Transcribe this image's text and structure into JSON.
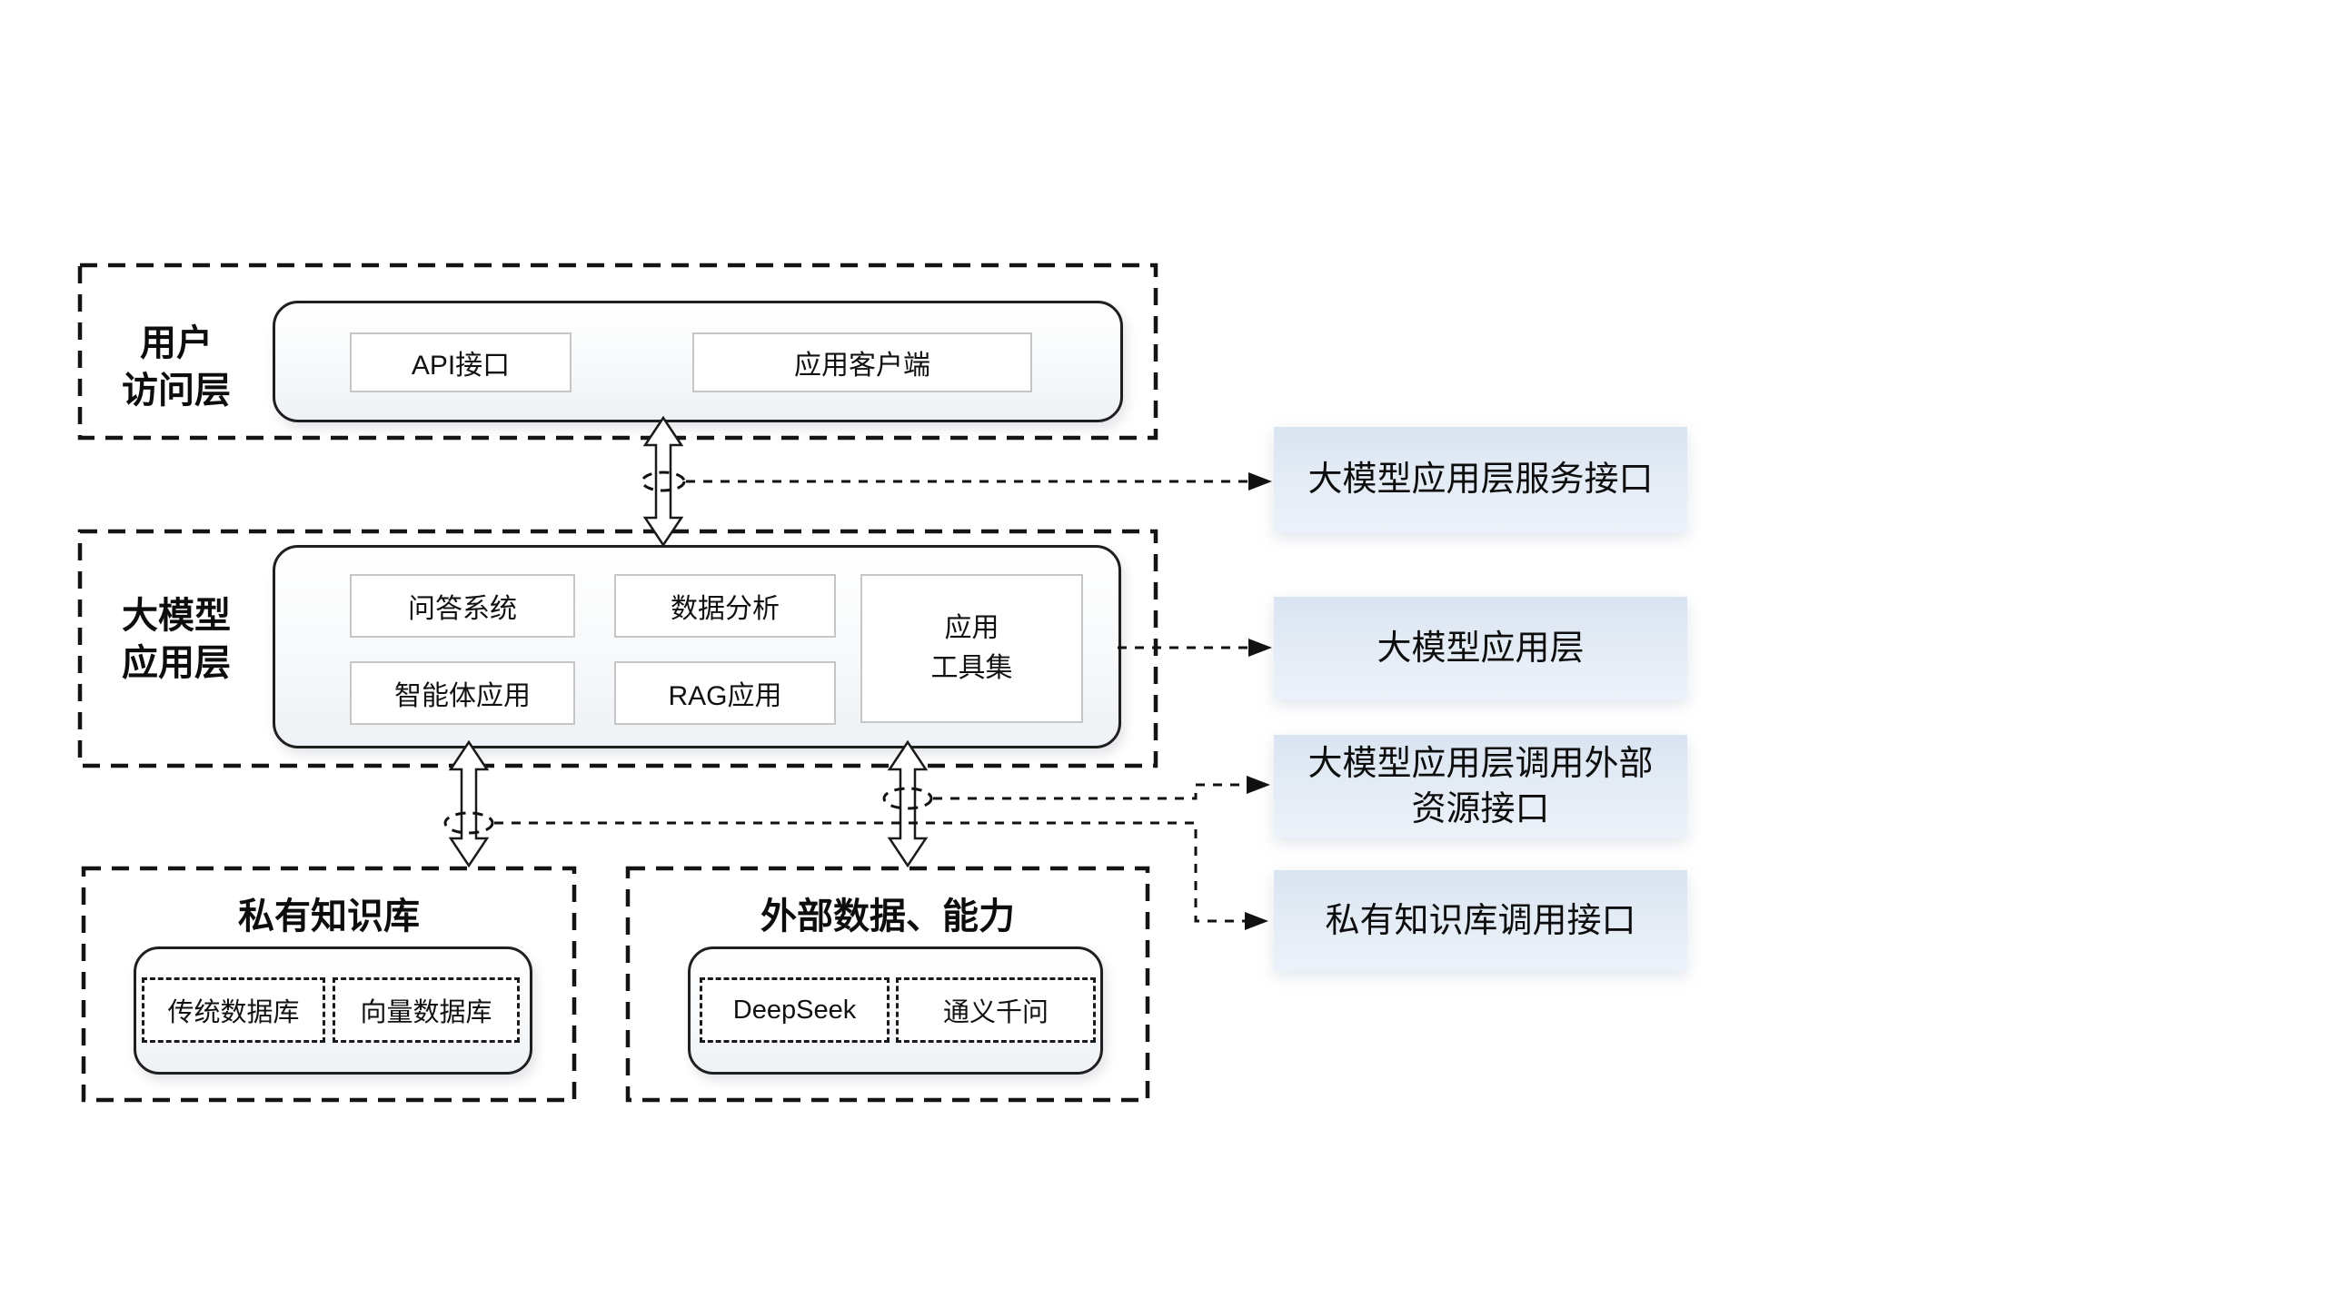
{
  "diagram": {
    "user_access_layer": {
      "label_lines": [
        "用户",
        "访问层"
      ],
      "api_box": "API接口",
      "client_box": "应用客户端"
    },
    "llm_app_layer": {
      "label_lines": [
        "大模型",
        "应用层"
      ],
      "qa_box": "问答系统",
      "analysis_box": "数据分析",
      "agent_box": "智能体应用",
      "rag_box": "RAG应用",
      "toolset_lines": [
        "应用",
        "工具集"
      ]
    },
    "private_kb": {
      "title": "私有知识库",
      "traditional_db": "传统数据库",
      "vector_db": "向量数据库"
    },
    "external_data": {
      "title": "外部数据、能力",
      "deepseek": "DeepSeek",
      "qwen": "通义千问"
    }
  },
  "callouts": {
    "service_interface_lines": [
      "大模型应用层服务接口"
    ],
    "app_layer_lines": [
      "大模型应用层"
    ],
    "external_resource_lines": [
      "大模型应用层调用外部",
      "资源接口"
    ],
    "kb_call_lines": [
      "私有知识库调用接口"
    ]
  },
  "colors": {
    "callout_bg": "#dce6f2",
    "panel_bg": "#f6f8fa",
    "line": "#1a1a1a",
    "item_box_border": "#c6c6c6"
  }
}
